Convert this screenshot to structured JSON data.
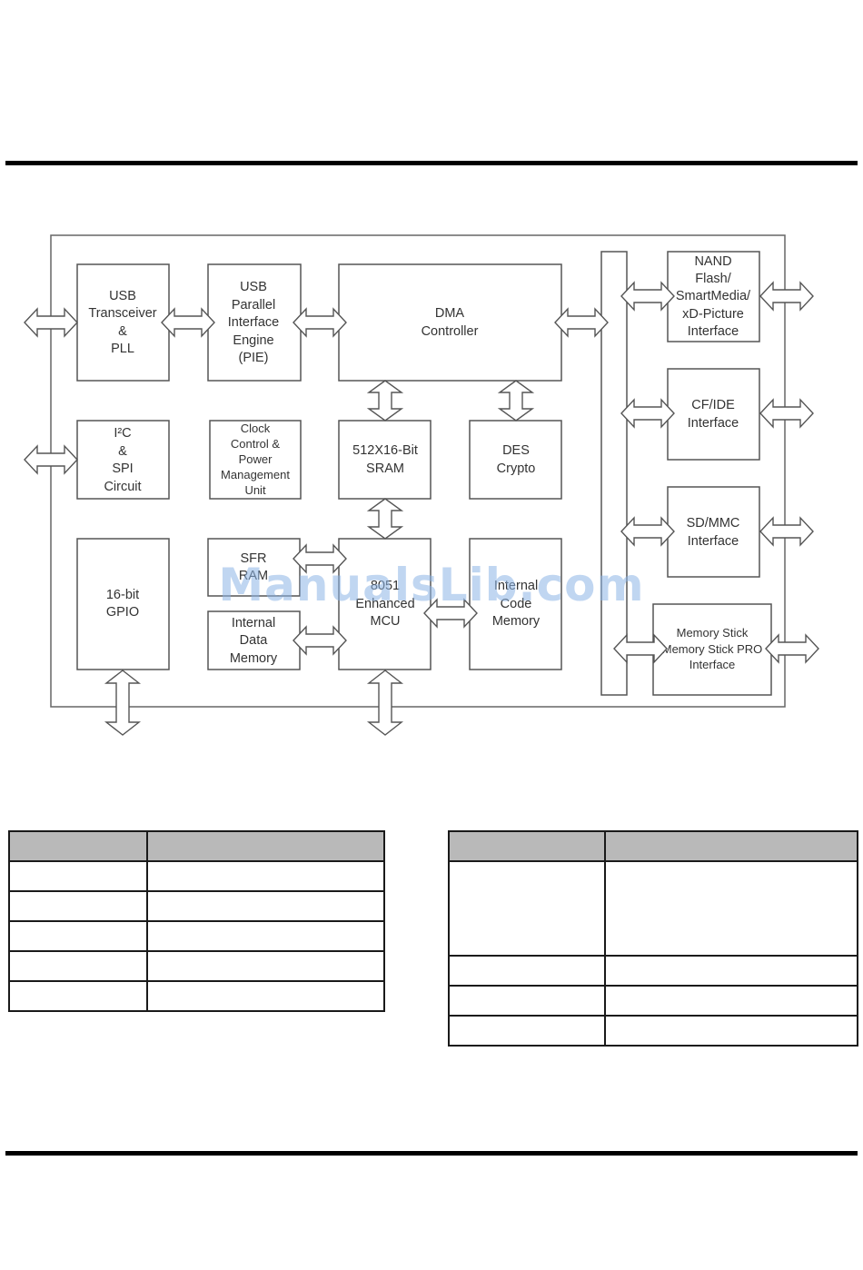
{
  "diagram": {
    "blocks": {
      "usb_transceiver": [
        "USB",
        "Transceiver",
        "&",
        "PLL"
      ],
      "usb_pie": [
        "USB",
        "Parallel",
        "Interface",
        "Engine",
        "(PIE)"
      ],
      "dma": [
        "DMA",
        "Controller"
      ],
      "i2c_spi": [
        "I²C",
        "&",
        "SPI",
        "Circuit"
      ],
      "clock": [
        "Clock",
        "Control &",
        "Power",
        "Management",
        "Unit"
      ],
      "sram": [
        "512X16-Bit",
        "SRAM"
      ],
      "des": [
        "DES",
        "Crypto"
      ],
      "gpio": [
        "16-bit",
        "GPIO"
      ],
      "sfr": [
        "SFR",
        "RAM"
      ],
      "internal_data": [
        "Internal",
        "Data",
        "Memory"
      ],
      "mcu": [
        "8051",
        "Enhanced",
        "MCU"
      ],
      "code_memory": [
        "Internal",
        "Code",
        "Memory"
      ],
      "nand": [
        "NAND",
        "Flash/",
        "SmartMedia/",
        "xD-Picture",
        "Interface"
      ],
      "cf_ide": [
        "CF/IDE",
        "Interface"
      ],
      "sd_mmc": [
        "SD/MMC",
        "Interface"
      ],
      "memory_stick": [
        "Memory Stick",
        "Memory Stick PRO",
        "Interface"
      ]
    }
  },
  "watermark": "ManualsLib.com",
  "colors": {
    "rule": "#000000",
    "box_stroke": "#555555",
    "table_header": "#b9b9b9",
    "watermark": "#8cb4e6"
  },
  "tables": {
    "left": {
      "header_cells": 2,
      "body_rows": 5
    },
    "right": {
      "header_cells": 2,
      "body_rows": 4,
      "tall_first_row": true
    }
  }
}
